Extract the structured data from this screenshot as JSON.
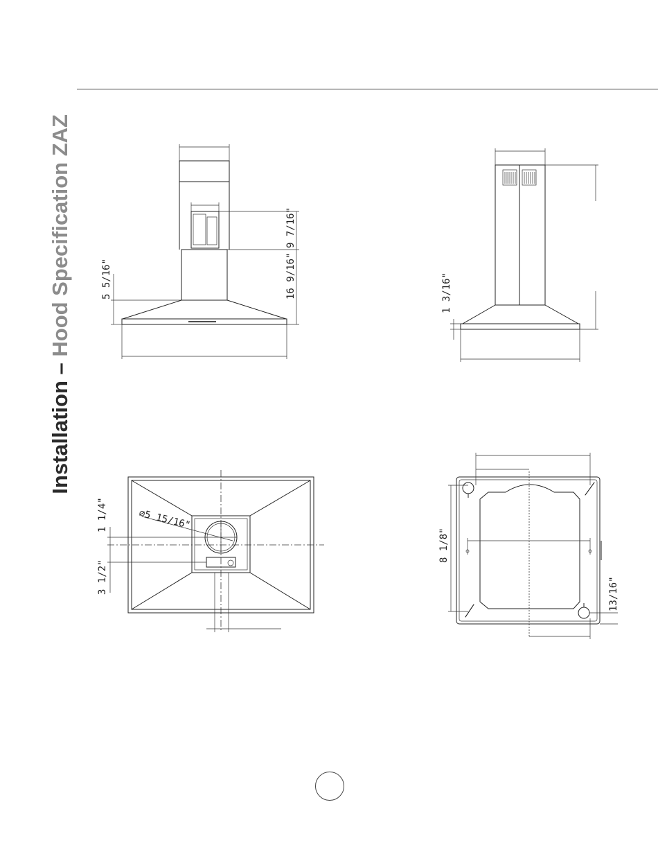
{
  "header": {
    "title_main": "Installation – ",
    "title_accent": "Hood Specification ZAZ"
  },
  "front_view": {
    "dim_hood_edge": "5 5/16\"",
    "dim_upper": "9 7/16\"",
    "dim_lower": "16 9/16\""
  },
  "side_view": {
    "dim_edge": "1 3/16\""
  },
  "bottom_view": {
    "dim_diameter": "∅5 15/16\"",
    "dim_top_offset": "1 1/4\"",
    "dim_bottom_offset": "3 1/2\""
  },
  "mount_plate_view": {
    "dim_height": "8 1/8\"",
    "dim_corner": "13/16\""
  }
}
